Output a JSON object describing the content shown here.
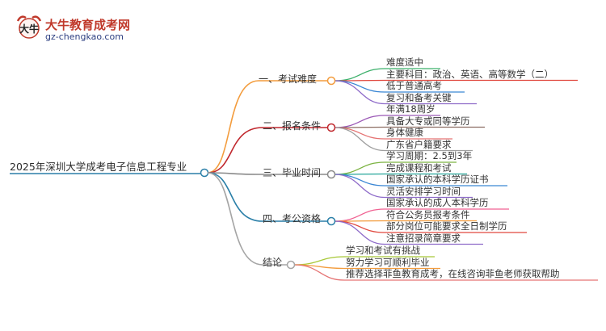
{
  "logo": {
    "title": "大牛教育成考网",
    "domain": "gz-chengkao.com",
    "mark_text": "大牛"
  },
  "mindmap": {
    "root": "2025年深圳大学成考电子信息工程专业",
    "branches": [
      {
        "label": "一、考试难度",
        "color": "#f39c3d",
        "leaves": [
          {
            "text": "难度适中",
            "color": "#3bb06a"
          },
          {
            "text": "主要科目：政治、英语、高等数学（二）",
            "color": "#e0483e"
          },
          {
            "text": "低于普通高考",
            "color": "#3a86d4"
          },
          {
            "text": "复习和备考关键",
            "color": "#8e6bc9"
          }
        ]
      },
      {
        "label": "二、报名条件",
        "color": "#c0272d",
        "leaves": [
          {
            "text": "年满18周岁",
            "color": "#9b59b6"
          },
          {
            "text": "具备大专或同等学历",
            "color": "#8d6e63"
          },
          {
            "text": "身体健康",
            "color": "#e57373"
          },
          {
            "text": "广东省户籍要求",
            "color": "#9e9e9e"
          }
        ]
      },
      {
        "label": "三、毕业时间",
        "color": "#8a8a8a",
        "leaves": [
          {
            "text": "学习周期：2.5到3年",
            "color": "#7cb342"
          },
          {
            "text": "完成课程和考试",
            "color": "#26a69a"
          },
          {
            "text": "国家承认的本科学历证书",
            "color": "#3a86d4"
          },
          {
            "text": "灵活安排学习时间",
            "color": "#8e6bc9"
          }
        ]
      },
      {
        "label": "四、考公资格",
        "color": "#2a7fa8",
        "leaves": [
          {
            "text": "国家承认的成人本科学历",
            "color": "#f06292"
          },
          {
            "text": "符合公务员报考条件",
            "color": "#f39c3d"
          },
          {
            "text": "部分岗位可能要求全日制学历",
            "color": "#e0483e"
          },
          {
            "text": "注意招录简章要求",
            "color": "#8e6bc9"
          }
        ]
      },
      {
        "label": "结论",
        "color": "#a5a5a5",
        "leaves": [
          {
            "text": "学习和考试有挑战",
            "color": "#a7c837"
          },
          {
            "text": "努力学习可顺利毕业",
            "color": "#f39c3d"
          },
          {
            "text": "推荐选择菲鱼教育成考，在线咨询菲鱼老师获取帮助",
            "color": "#e57373"
          }
        ]
      }
    ]
  }
}
